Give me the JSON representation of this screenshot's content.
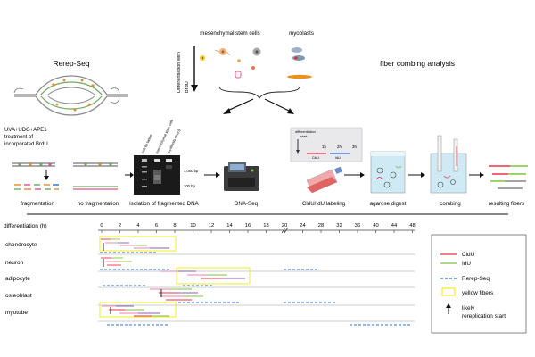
{
  "top": {
    "sections": {
      "rerep_seq": "Rerep-Seq",
      "fiber_combing": "fiber combing analysis"
    },
    "cells": {
      "stem": "mesenchymal stem cells",
      "myo": "myoblasts"
    },
    "differentiation_with": "Differentiation with",
    "brdu": "BrdU",
    "treatment_lines": [
      "UVA+UDG+APE1",
      "treatment of",
      "incorporated BrdU"
    ],
    "gel": {
      "top_labels": [
        "100 bp ladder",
        "mesenchymal stem cells",
        "myoblasts (BrdU)"
      ],
      "size_top": "1,000 bp",
      "size_bottom": "100 bp"
    },
    "plate": {
      "title_lines": [
        "differentiation",
        "start"
      ],
      "times": [
        "1h",
        "2h",
        "3h"
      ],
      "labels": [
        "CldU",
        "IdU"
      ]
    },
    "steps": {
      "fragmentation": "fragmentation",
      "no_fragmentation": "no fragmentation",
      "isolation": "isolation of fragmented DNA",
      "dna_seq": "DNA-Seq",
      "labeling": "CldU/IdU labeling",
      "agarose": "agarose digest",
      "combing": "combing",
      "resulting": "resulting fibers"
    }
  },
  "timeline": {
    "axis_label": "differentiation (h)",
    "ticks": [
      "0",
      "2",
      "4",
      "6",
      "8",
      "10",
      "12",
      "14",
      "16",
      "18",
      "20",
      "24",
      "28",
      "32",
      "36",
      "40",
      "44",
      "48"
    ],
    "rows": [
      "chondrocyte",
      "neuron",
      "adipocyte",
      "osteoblast",
      "myotube"
    ]
  },
  "legend": {
    "items": [
      "CldU",
      "IdU",
      "Rerep-Seq",
      "yellow fibers",
      "likely",
      "rereplication start"
    ]
  },
  "colors": {
    "cldu": "#e8324a",
    "idu": "#7fc241",
    "rerep": "#2e6fd1",
    "yellow": "#f2ee3a",
    "fiber_pink": "#e87fb0",
    "fiber_purple": "#8a5fb4",
    "axis": "#444444"
  },
  "icons": [
    "replication-bubble-icon",
    "gel-icon",
    "sequencer-icon",
    "culture-flask-icon",
    "agarose-tube-icon",
    "combing-tube-icon",
    "microscope-plate-icon",
    "stem-cell-icon",
    "myoblast-icon"
  ]
}
